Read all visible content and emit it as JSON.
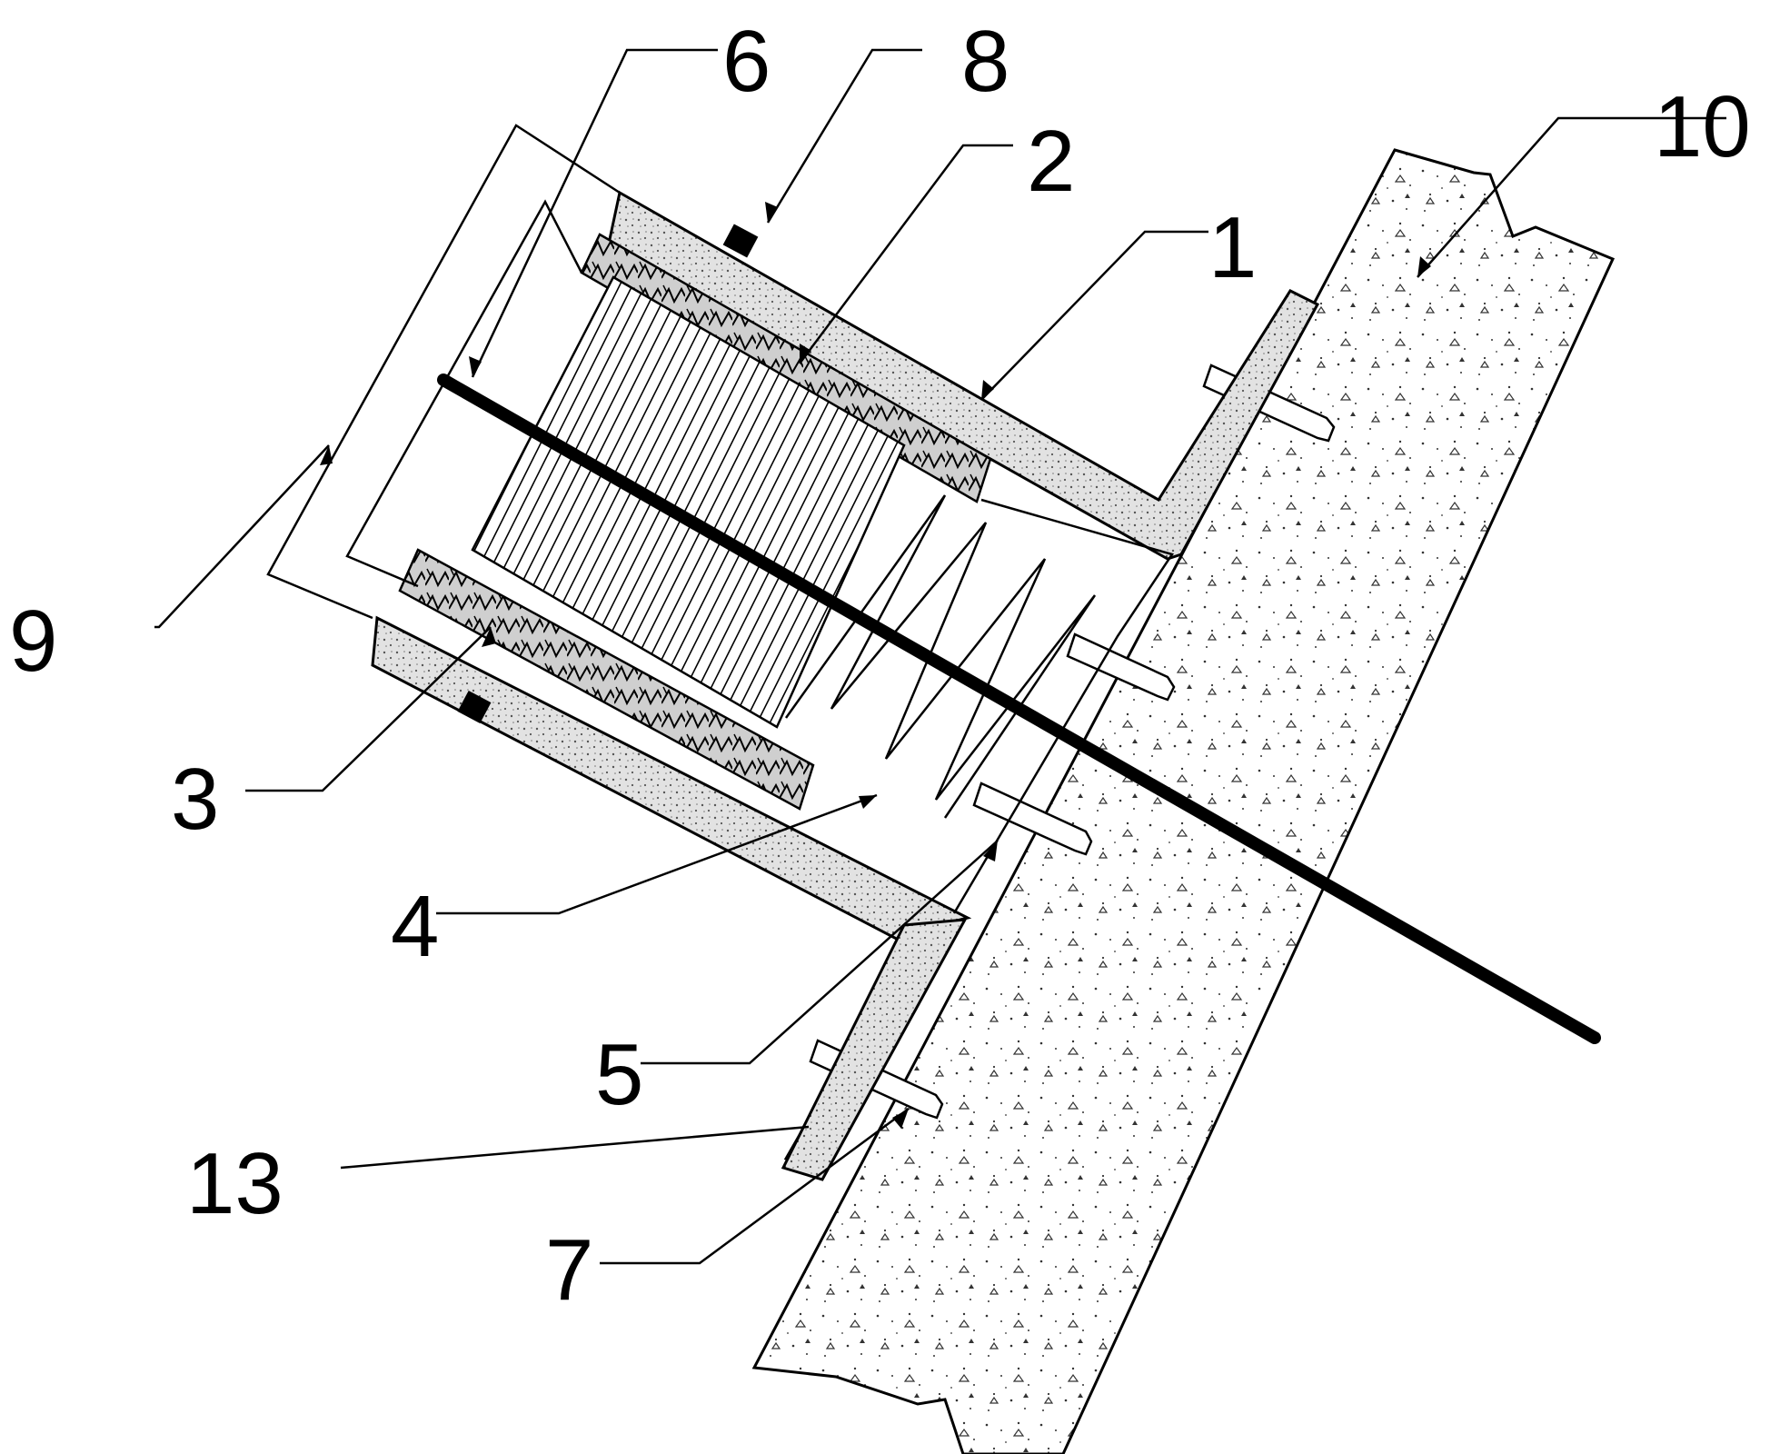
{
  "labels": {
    "l1": "1",
    "l2": "2",
    "l3": "3",
    "l4": "4",
    "l5": "5",
    "l6": "6",
    "l7": "7",
    "l8": "8",
    "l9": "9",
    "l10": "10",
    "l13": "13"
  },
  "colors": {
    "line": "#000000",
    "background": "#ffffff",
    "stipple_fill": "#e0e0e0",
    "concrete_fill": "#ffffff"
  }
}
